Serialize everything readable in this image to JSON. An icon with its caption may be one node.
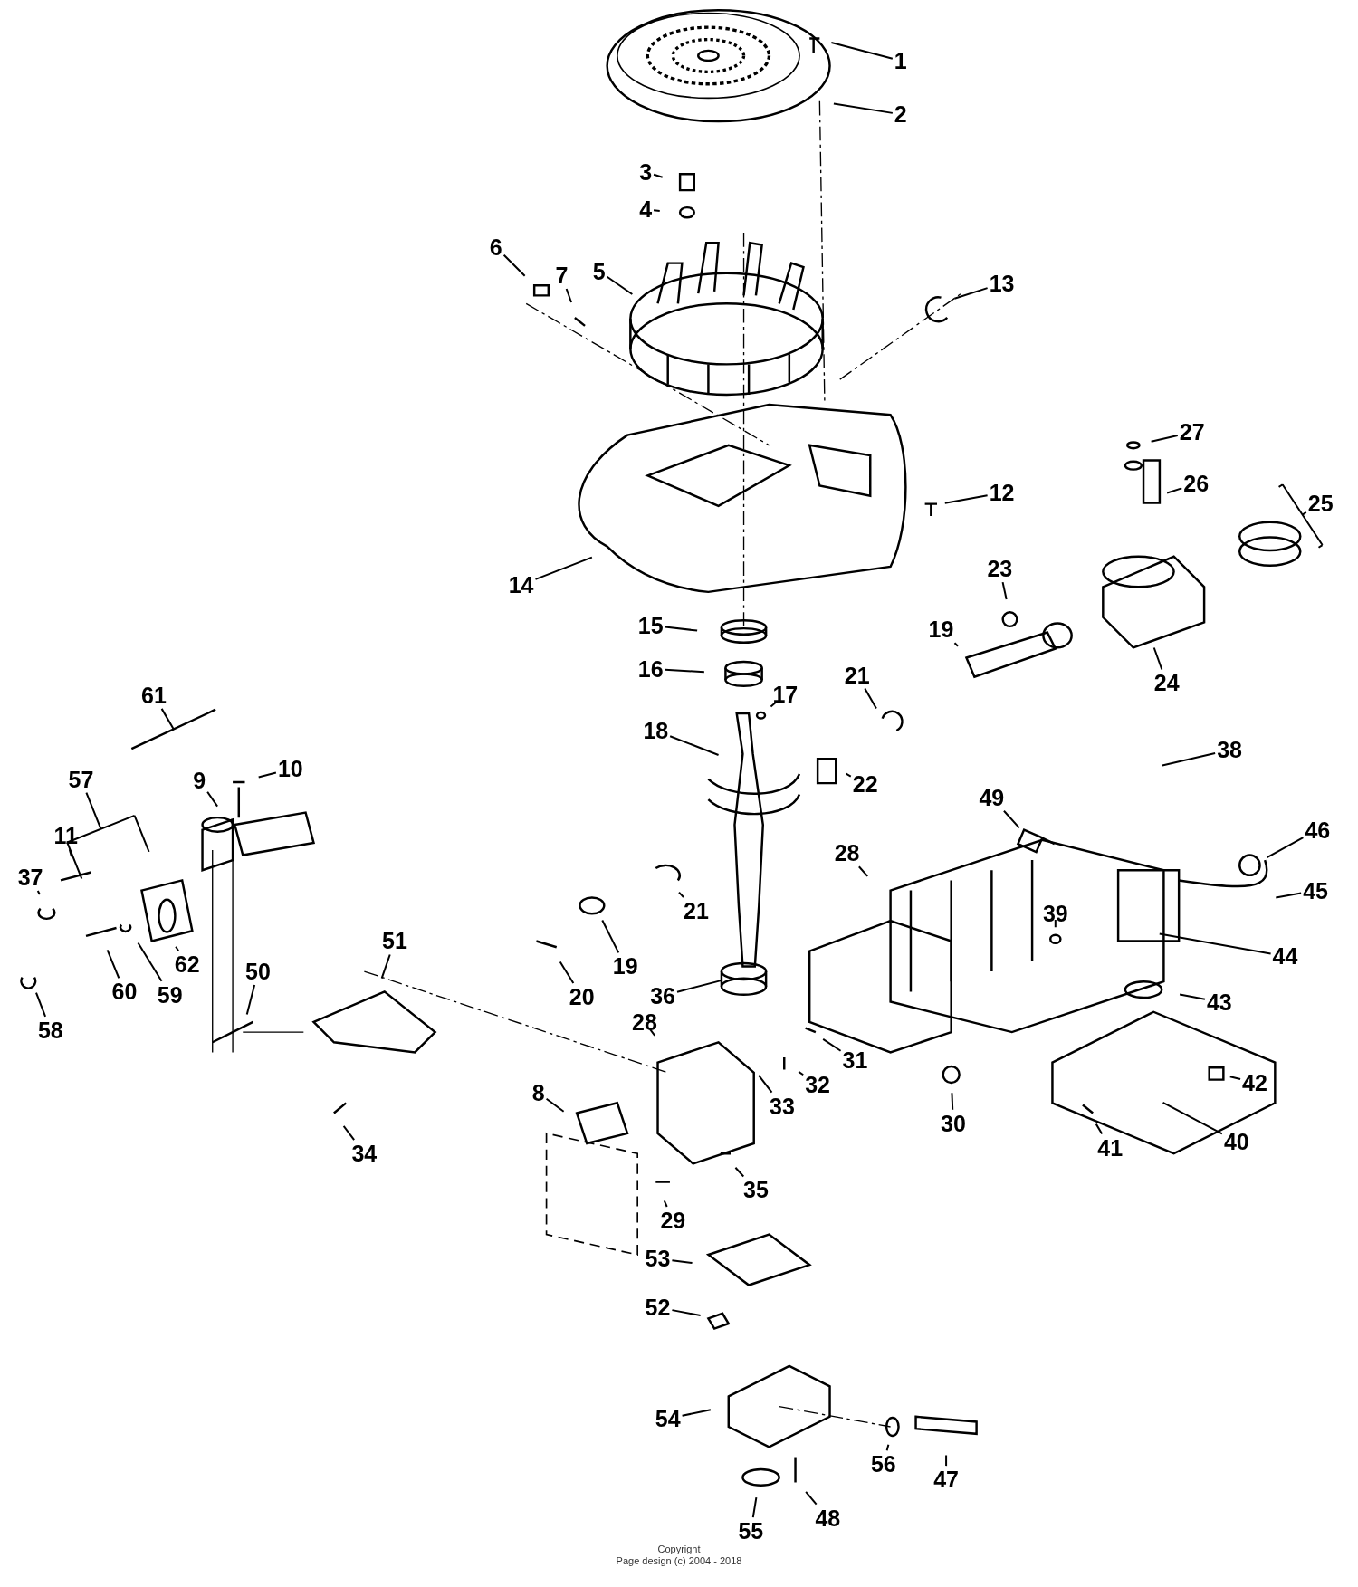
{
  "diagram": {
    "nodes": [
      {
        "text": [
          "1"
        ]
      },
      {
        "text": [
          "2"
        ]
      },
      {
        "text": [
          "3"
        ]
      },
      {
        "text": [
          "4"
        ]
      },
      {
        "text": [
          "6"
        ]
      },
      {
        "text": [
          "5"
        ]
      },
      {
        "text": [
          "7"
        ]
      },
      {
        "text": [
          "13"
        ]
      },
      {
        "text": [
          "27"
        ]
      },
      {
        "text": [
          "26"
        ]
      },
      {
        "text": [
          "12"
        ]
      },
      {
        "text": [
          "25"
        ]
      },
      {
        "text": [
          "23"
        ]
      },
      {
        "text": [
          "14"
        ]
      },
      {
        "text": [
          "15"
        ]
      },
      {
        "text": [
          "19"
        ]
      },
      {
        "text": [
          "16"
        ]
      },
      {
        "text": [
          "21"
        ]
      },
      {
        "text": [
          "24"
        ]
      },
      {
        "text": [
          "61"
        ]
      },
      {
        "text": [
          "17"
        ]
      },
      {
        "text": [
          "18"
        ]
      },
      {
        "text": [
          "38"
        ]
      },
      {
        "text": [
          "10"
        ]
      },
      {
        "text": [
          "57"
        ]
      },
      {
        "text": [
          "9"
        ]
      },
      {
        "text": [
          "22"
        ]
      },
      {
        "text": [
          "49"
        ]
      },
      {
        "text": [
          "46"
        ]
      },
      {
        "text": [
          "28"
        ]
      },
      {
        "text": [
          "11"
        ]
      },
      {
        "text": [
          "37"
        ]
      },
      {
        "text": [
          "45"
        ]
      },
      {
        "text": [
          "21"
        ]
      },
      {
        "text": [
          "39"
        ]
      },
      {
        "text": [
          "44"
        ]
      },
      {
        "text": [
          "19"
        ]
      },
      {
        "text": [
          "62"
        ]
      },
      {
        "text": [
          "51"
        ]
      },
      {
        "text": [
          "50"
        ]
      },
      {
        "text": [
          "20"
        ]
      },
      {
        "text": [
          "60"
        ]
      },
      {
        "text": [
          "59"
        ]
      },
      {
        "text": [
          "36"
        ]
      },
      {
        "text": [
          "43"
        ]
      },
      {
        "text": [
          "28"
        ]
      },
      {
        "text": [
          "58"
        ]
      },
      {
        "text": [
          "31"
        ]
      },
      {
        "text": [
          "32"
        ]
      },
      {
        "text": [
          "42"
        ]
      },
      {
        "text": [
          "8"
        ]
      },
      {
        "text": [
          "33"
        ]
      },
      {
        "text": [
          "30"
        ]
      },
      {
        "text": [
          "40"
        ]
      },
      {
        "text": [
          "41"
        ]
      },
      {
        "text": [
          "34"
        ]
      },
      {
        "text": [
          "35"
        ]
      },
      {
        "text": [
          "29"
        ]
      },
      {
        "text": [
          "53"
        ]
      },
      {
        "text": [
          "52"
        ]
      },
      {
        "text": [
          "54"
        ]
      },
      {
        "text": [
          "56"
        ]
      },
      {
        "text": [
          "47"
        ]
      },
      {
        "text": [
          "48"
        ]
      },
      {
        "text": [
          "55"
        ]
      }
    ],
    "edges": [
      {
        "from": 0,
        "to": null,
        "arrow": "none"
      },
      {
        "from": 1,
        "to": null,
        "arrow": "none"
      },
      {
        "from": 2,
        "to": null,
        "arrow": "none"
      },
      {
        "from": 3,
        "to": null,
        "arrow": "none"
      },
      {
        "from": 4,
        "to": null,
        "arrow": "none"
      },
      {
        "from": 5,
        "to": null,
        "arrow": "none"
      },
      {
        "from": 6,
        "to": null,
        "arrow": "none"
      },
      {
        "from": 7,
        "to": null,
        "arrow": "none"
      },
      {
        "from": 8,
        "to": null,
        "arrow": "none"
      },
      {
        "from": 9,
        "to": null,
        "arrow": "none"
      },
      {
        "from": 10,
        "to": null,
        "arrow": "none"
      },
      {
        "from": 11,
        "to": null,
        "arrow": "none"
      },
      {
        "from": 12,
        "to": null,
        "arrow": "none"
      },
      {
        "from": 13,
        "to": null,
        "arrow": "none"
      },
      {
        "from": 14,
        "to": null,
        "arrow": "none"
      },
      {
        "from": 15,
        "to": null,
        "arrow": "none"
      },
      {
        "from": 16,
        "to": null,
        "arrow": "none"
      },
      {
        "from": 17,
        "to": null,
        "arrow": "none"
      },
      {
        "from": 18,
        "to": null,
        "arrow": "none"
      },
      {
        "from": 19,
        "to": null,
        "arrow": "none"
      },
      {
        "from": 20,
        "to": null,
        "arrow": "none"
      },
      {
        "from": 21,
        "to": null,
        "arrow": "none"
      },
      {
        "from": 22,
        "to": null,
        "arrow": "none"
      },
      {
        "from": 23,
        "to": null,
        "arrow": "none"
      },
      {
        "from": 24,
        "to": null,
        "arrow": "none"
      },
      {
        "from": 25,
        "to": null,
        "arrow": "none"
      },
      {
        "from": 26,
        "to": null,
        "arrow": "none"
      },
      {
        "from": 27,
        "to": null,
        "arrow": "none"
      },
      {
        "from": 28,
        "to": null,
        "arrow": "none"
      },
      {
        "from": 29,
        "to": null,
        "arrow": "none"
      },
      {
        "from": 30,
        "to": null,
        "arrow": "none"
      },
      {
        "from": 31,
        "to": null,
        "arrow": "none"
      },
      {
        "from": 32,
        "to": null,
        "arrow": "none"
      },
      {
        "from": 33,
        "to": null,
        "arrow": "none"
      },
      {
        "from": 34,
        "to": null,
        "arrow": "none"
      },
      {
        "from": 35,
        "to": null,
        "arrow": "none"
      },
      {
        "from": 36,
        "to": null,
        "arrow": "none"
      },
      {
        "from": 37,
        "to": null,
        "arrow": "none"
      },
      {
        "from": 38,
        "to": null,
        "arrow": "none"
      },
      {
        "from": 39,
        "to": null,
        "arrow": "none"
      },
      {
        "from": 40,
        "to": null,
        "arrow": "none"
      },
      {
        "from": 41,
        "to": null,
        "arrow": "none"
      },
      {
        "from": 42,
        "to": null,
        "arrow": "none"
      },
      {
        "from": 43,
        "to": null,
        "arrow": "none"
      },
      {
        "from": 44,
        "to": null,
        "arrow": "none"
      },
      {
        "from": 45,
        "to": null,
        "arrow": "none"
      },
      {
        "from": 46,
        "to": null,
        "arrow": "none"
      },
      {
        "from": 47,
        "to": null,
        "arrow": "none"
      },
      {
        "from": 48,
        "to": null,
        "arrow": "none"
      },
      {
        "from": 49,
        "to": null,
        "arrow": "none"
      },
      {
        "from": 50,
        "to": null,
        "arrow": "none"
      },
      {
        "from": 51,
        "to": null,
        "arrow": "none"
      },
      {
        "from": 52,
        "to": null,
        "arrow": "none"
      },
      {
        "from": 53,
        "to": null,
        "arrow": "none"
      },
      {
        "from": 54,
        "to": null,
        "arrow": "none"
      },
      {
        "from": 55,
        "to": null,
        "arrow": "none"
      },
      {
        "from": 56,
        "to": null,
        "arrow": "none"
      },
      {
        "from": 57,
        "to": null,
        "arrow": "none"
      },
      {
        "from": 58,
        "to": null,
        "arrow": "none"
      },
      {
        "from": 59,
        "to": null,
        "arrow": "none"
      },
      {
        "from": 60,
        "to": null,
        "arrow": "none"
      },
      {
        "from": 61,
        "to": null,
        "arrow": "none"
      },
      {
        "from": 62,
        "to": null,
        "arrow": "none"
      },
      {
        "from": 63,
        "to": null,
        "arrow": "none"
      },
      {
        "from": 64,
        "to": null,
        "arrow": "none"
      }
    ],
    "labels": [
      "Copyright",
      "Page design (c) 2004 - 2018"
    ]
  }
}
